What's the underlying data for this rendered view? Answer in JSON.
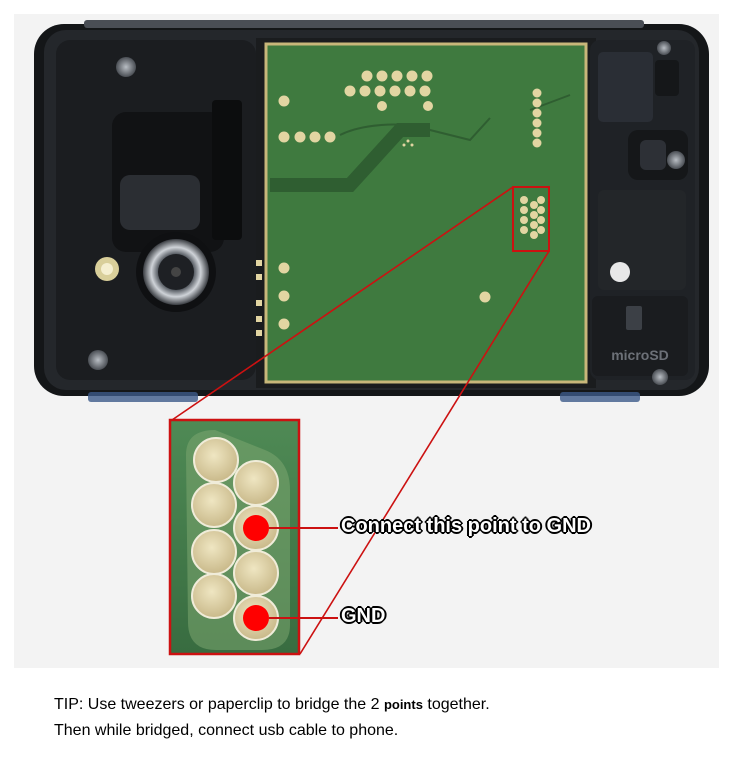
{
  "phone": {
    "microsd_label": "microSD"
  },
  "callouts": {
    "connect_label": "Connect this point to GND",
    "gnd_label": "GND"
  },
  "tip": {
    "line1_before": "TIP: Use tweezers or paperclip to bridge the 2 ",
    "line1_small": "points",
    "line1_after": " together.",
    "line2": "Then while bridged, connect usb cable to phone."
  },
  "colors": {
    "pcb_green": "#3f7a3f",
    "pad_gold": "#e2d5a2",
    "marker_red": "#ff0000",
    "outline_red": "#cc1111",
    "phone_body": "#1d1f22"
  }
}
